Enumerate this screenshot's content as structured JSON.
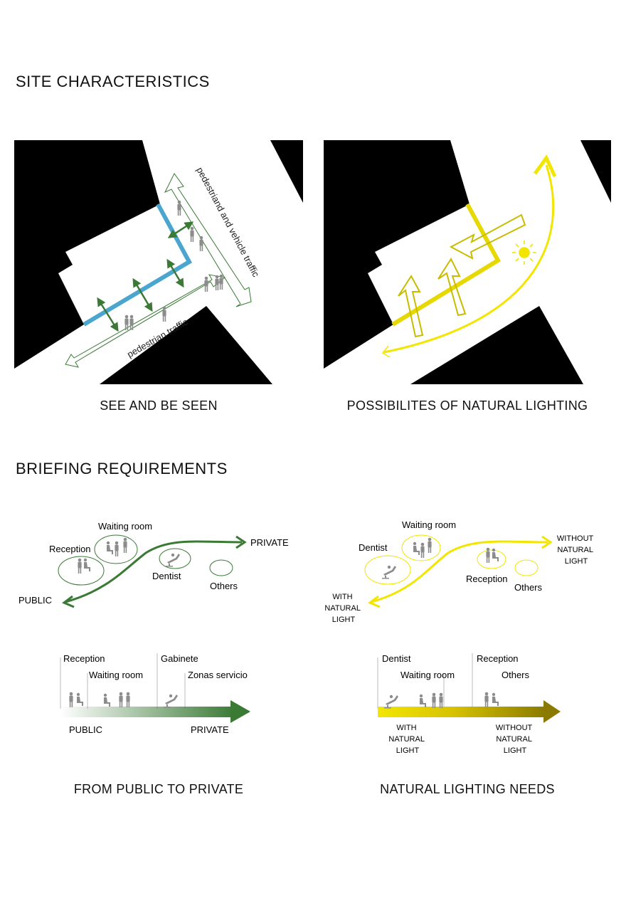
{
  "sections": {
    "site_title": "SITE CHARACTERISTICS",
    "briefing_title": "BRIEFING REQUIREMENTS"
  },
  "diagram_see": {
    "caption": "SEE AND BE SEEN",
    "label_vehicle": "pedestriand and vehicle traffic",
    "label_pedestrian": "pedestrian traffic"
  },
  "diagram_light": {
    "caption": "POSSIBILITES OF NATURAL LIGHTING"
  },
  "diagram_privacy_curve": {
    "waiting_room": "Waiting room",
    "reception": "Reception",
    "dentist": "Dentist",
    "others": "Others",
    "private": "PRIVATE",
    "public": "PUBLIC"
  },
  "diagram_light_curve": {
    "waiting_room": "Waiting room",
    "dentist": "Dentist",
    "reception": "Reception",
    "others": "Others",
    "without_l1": "WITHOUT",
    "without_l2": "NATURAL",
    "without_l3": "LIGHT",
    "with_l1": "WITH",
    "with_l2": "NATURAL",
    "with_l3": "LIGHT"
  },
  "bar_public_private": {
    "reception": "Reception",
    "waiting_room": "Waiting room",
    "gabinete": "Gabinete",
    "zonas": "Zonas servicio",
    "public": "PUBLIC",
    "private": "PRIVATE",
    "caption": "FROM PUBLIC TO PRIVATE"
  },
  "bar_lighting": {
    "dentist": "Dentist",
    "waiting_room": "Waiting room",
    "reception": "Reception",
    "others": "Others",
    "with_l1": "WITH",
    "with_l2": "NATURAL",
    "with_l3": "LIGHT",
    "without_l1": "WITHOUT",
    "without_l2": "NATURAL",
    "without_l3": "LIGHT",
    "caption": "NATURAL LIGHTING NEEDS"
  },
  "colors": {
    "green": "#3a7a35",
    "blue": "#4aa6cf",
    "yellow": "#f2e600",
    "dark_yellow": "#d6c200",
    "olive": "#8a7a00",
    "figure_grey": "#8c8c8c"
  }
}
